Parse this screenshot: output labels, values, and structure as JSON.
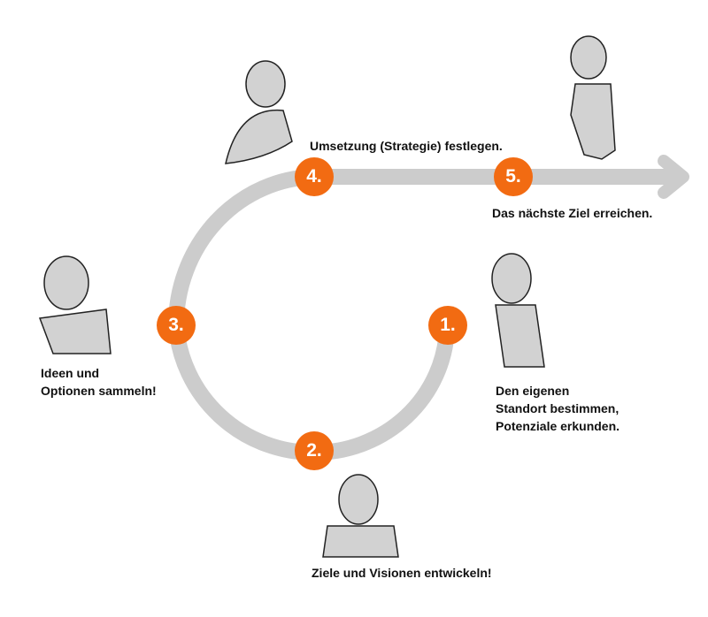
{
  "colors": {
    "accent": "#F26B12",
    "track": "#CCCCCC"
  },
  "steps": [
    {
      "number": "1.",
      "label_lines": [
        "Den eigenen",
        "Standort bestimmen,",
        "Potenziale erkunden."
      ]
    },
    {
      "number": "2.",
      "label_lines": [
        "Ziele und Visionen entwickeln!"
      ]
    },
    {
      "number": "3.",
      "label_lines": [
        "Ideen und",
        "Optionen sammeln!"
      ]
    },
    {
      "number": "4.",
      "label_lines": [
        "Umsetzung (Strategie) festlegen."
      ]
    },
    {
      "number": "5.",
      "label_lines": [
        "Das nächste Ziel erreichen."
      ]
    }
  ]
}
